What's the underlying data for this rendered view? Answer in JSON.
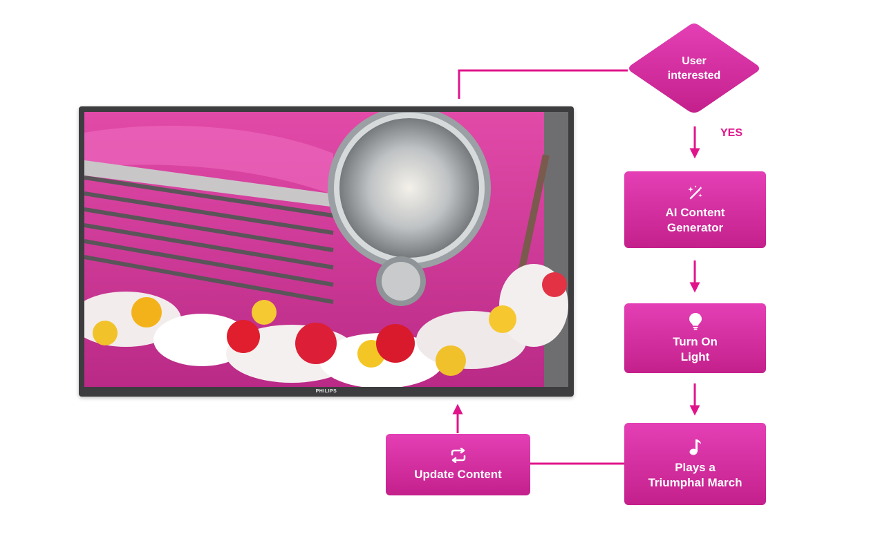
{
  "decision": {
    "label": "User\ninterested",
    "branch_label": "YES"
  },
  "steps": [
    {
      "label": "AI Content\nGenerator",
      "icon": "magic-wand-icon"
    },
    {
      "label": "Turn On\nLight",
      "icon": "lightbulb-icon"
    },
    {
      "label": "Plays a\nTriumphal March",
      "icon": "music-note-icon"
    },
    {
      "label": "Update Content",
      "icon": "refresh-icon"
    }
  ],
  "display": {
    "brand": "PHILIPS"
  },
  "colors": {
    "accent": "#e0148a",
    "box_top": "#e43fb5",
    "box_bottom": "#c4208c",
    "monitor_frame": "#3d3d3f"
  }
}
